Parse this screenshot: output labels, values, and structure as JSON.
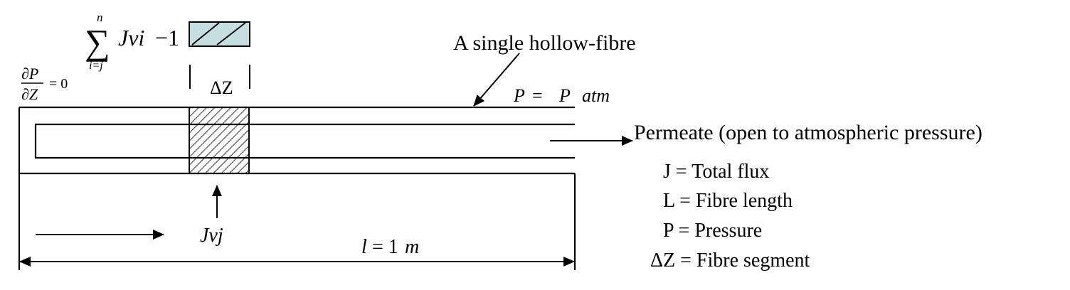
{
  "equations": {
    "sum_symbol": "∑",
    "sum_upper": "n",
    "sum_lower": "i=j",
    "sum_term": "Jvi",
    "sum_minus_one": "−1",
    "dp_num": "∂P",
    "dp_den": "∂Z",
    "dp_eq": "= 0",
    "delta_z": "ΔZ",
    "p_atm_p": "P",
    "p_atm_eq": "=",
    "p_atm_rhs": "P",
    "p_atm_atm": "atm",
    "jvj": "Jvj",
    "length_l": "l",
    "length_val": "= 1",
    "length_unit": "m"
  },
  "labels": {
    "hollow_fibre": "A single hollow-fibre",
    "permeate": "Permeate (open to atmospheric pressure)"
  },
  "legend": [
    "J = Total flux",
    "L = Fibre length",
    "P = Pressure",
    "ΔZ = Fibre segment"
  ],
  "colors": {
    "segment_box": "#c5dfe0",
    "line": "#000000"
  }
}
